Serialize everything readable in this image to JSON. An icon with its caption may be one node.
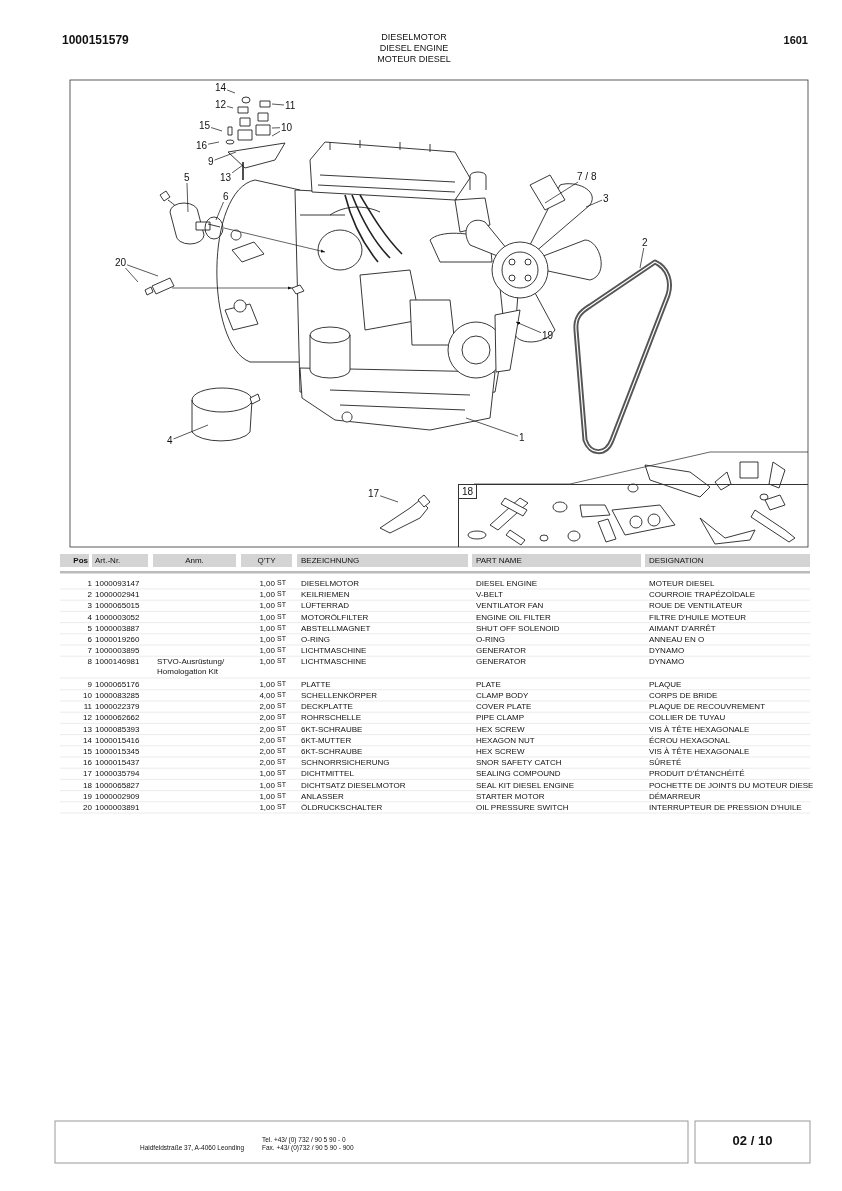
{
  "diagram": {
    "title": "DIESELMOTOR DIESEL ENGINE MOTEUR DIESEL",
    "nodes": [
      {
        "text": [
          "14"
        ]
      },
      {
        "text": [
          "12"
        ]
      },
      {
        "text": [
          "11"
        ]
      },
      {
        "text": [
          "15"
        ]
      },
      {
        "text": [
          "10"
        ]
      },
      {
        "text": [
          "16"
        ]
      },
      {
        "text": [
          "9"
        ]
      },
      {
        "text": [
          "13"
        ]
      },
      {
        "text": [
          "7 / 8"
        ]
      },
      {
        "text": [
          "5"
        ]
      },
      {
        "text": [
          "6"
        ]
      },
      {
        "text": [
          "3"
        ]
      },
      {
        "text": [
          "2"
        ]
      },
      {
        "text": [
          "20"
        ]
      },
      {
        "text": [
          "19"
        ]
      },
      {
        "text": [
          "1"
        ]
      },
      {
        "text": [
          "4"
        ]
      },
      {
        "text": [
          "17"
        ]
      },
      {
        "text": [
          "18"
        ]
      }
    ],
    "edges": [
      {
        "from": 0,
        "to": null,
        "arrow": "none"
      },
      {
        "from": 1,
        "to": null,
        "arrow": "none"
      },
      {
        "from": 2,
        "to": null,
        "arrow": "none"
      },
      {
        "from": 3,
        "to": null,
        "arrow": "none"
      },
      {
        "from": 4,
        "to": null,
        "arrow": "none"
      },
      {
        "from": 4,
        "to": null,
        "arrow": "none"
      },
      {
        "from": 5,
        "to": null,
        "arrow": "none"
      },
      {
        "from": 6,
        "to": null,
        "arrow": "none"
      },
      {
        "from": 7,
        "to": null,
        "arrow": "none"
      },
      {
        "from": 8,
        "to": null,
        "arrow": "none"
      },
      {
        "from": 9,
        "to": null,
        "arrow": "none"
      },
      {
        "from": 10,
        "to": null,
        "arrow": "none"
      },
      {
        "from": 11,
        "to": null,
        "arrow": "none"
      },
      {
        "from": 12,
        "to": null,
        "arrow": "none"
      },
      {
        "from": 13,
        "to": null,
        "arrow": "none"
      },
      {
        "from": 13,
        "to": null,
        "arrow": "none"
      },
      {
        "from": 14,
        "to": null,
        "arrow": "to"
      },
      {
        "from": 15,
        "to": null,
        "arrow": "none"
      },
      {
        "from": 16,
        "to": null,
        "arrow": "none"
      },
      {
        "from": 17,
        "to": null,
        "arrow": "none"
      }
    ],
    "labels": [
      "1000151579",
      "1601",
      "Pos",
      "Art.-Nr.",
      "Anm.",
      "Q'TY",
      "BEZEICHNUNG",
      "PART NAME",
      "DESIGNATION",
      "1",
      "1000093147",
      "1,00",
      "ST",
      "DIESELMOTOR",
      "DIESEL ENGINE",
      "MOTEUR DIESEL",
      "2",
      "1000002941",
      "1,00",
      "ST",
      "KEILRIEMEN",
      "V-BELT",
      "COURROIE TRAPÉZOÏDALE",
      "3",
      "1000065015",
      "1,00",
      "ST",
      "LÜFTERRAD",
      "VENTILATOR FAN",
      "ROUE DE VENTILATEUR",
      "4",
      "1000003052",
      "1,00",
      "ST",
      "MOTORÖLFILTER",
      "ENGINE OIL FILTER",
      "FILTRE D'HUILE MOTEUR",
      "5",
      "1000003887",
      "1,00",
      "ST",
      "ABSTELLMAGNET",
      "SHUT OFF SOLENOID",
      "AIMANT D'ARRÊT",
      "6",
      "1000019260",
      "1,00",
      "ST",
      "O-RING",
      "O-RING",
      "ANNEAU EN O",
      "7",
      "1000003895",
      "1,00",
      "ST",
      "LICHTMASCHINE",
      "GENERATOR",
      "DYNAMO",
      "8",
      "1000146981",
      "STVO-Ausrüstung/ Homologation Kit",
      "1,00",
      "ST",
      "LICHTMASCHINE",
      "GENERATOR",
      "DYNAMO",
      "9",
      "1000065176",
      "1,00",
      "ST",
      "PLATTE",
      "PLATE",
      "PLAQUE",
      "10",
      "1000083285",
      "4,00",
      "ST",
      "SCHELLENKÖRPER",
      "CLAMP BODY",
      "CORPS DE BRIDE",
      "11",
      "1000022379",
      "2,00",
      "ST",
      "DECKPLATTE",
      "COVER PLATE",
      "PLAQUE DE RECOUVREMENT",
      "12",
      "1000062662",
      "2,00",
      "ST",
      "ROHRSCHELLE",
      "PIPE CLAMP",
      "COLLIER DE TUYAU",
      "13",
      "1000085393",
      "2,00",
      "ST",
      "6KT-SCHRAUBE",
      "HEX SCREW",
      "VIS À TÊTE HEXAGONALE",
      "14",
      "1000015416",
      "2,00",
      "ST",
      "6KT-MUTTER",
      "HEXAGON NUT",
      "ÉCROU HEXAGONAL",
      "15",
      "1000015345",
      "2,00",
      "ST",
      "6KT-SCHRAUBE",
      "HEX SCREW",
      "VIS À TÊTE HEXAGONALE",
      "16",
      "1000015437",
      "2,00",
      "ST",
      "SCHNORRSICHERUNG",
      "SNOR SAFETY CATCH",
      "SÛRETÉ",
      "17",
      "1000035794",
      "1,00",
      "ST",
      "DICHTMITTEL",
      "SEALING COMPOUND",
      "PRODUIT D'ÉTANCHÉITÉ",
      "18",
      "1000065827",
      "1,00",
      "ST",
      "DICHTSATZ DIESELMOTOR",
      "SEAL KIT DIESEL ENGINE",
      "POCHETTE DE JOINTS DU MOTEUR DIESE",
      "19",
      "1000002909",
      "1,00",
      "ST",
      "ANLASSER",
      "STARTER MOTOR",
      "DÉMARREUR",
      "20",
      "1000003891",
      "1,00",
      "ST",
      "ÖLDRUCKSCHALTER",
      "OIL PRESSURE SWITCH",
      "INTERRUPTEUR DE PRESSION D'HUILE",
      "Haidfeldstraße 37, A-4060 Leonding",
      "Tel. +43/ (0) 732 / 90 5 90 - 0",
      "Fax. +43/ (0)732 / 90 5 90 - 900",
      "02 / 10"
    ]
  }
}
